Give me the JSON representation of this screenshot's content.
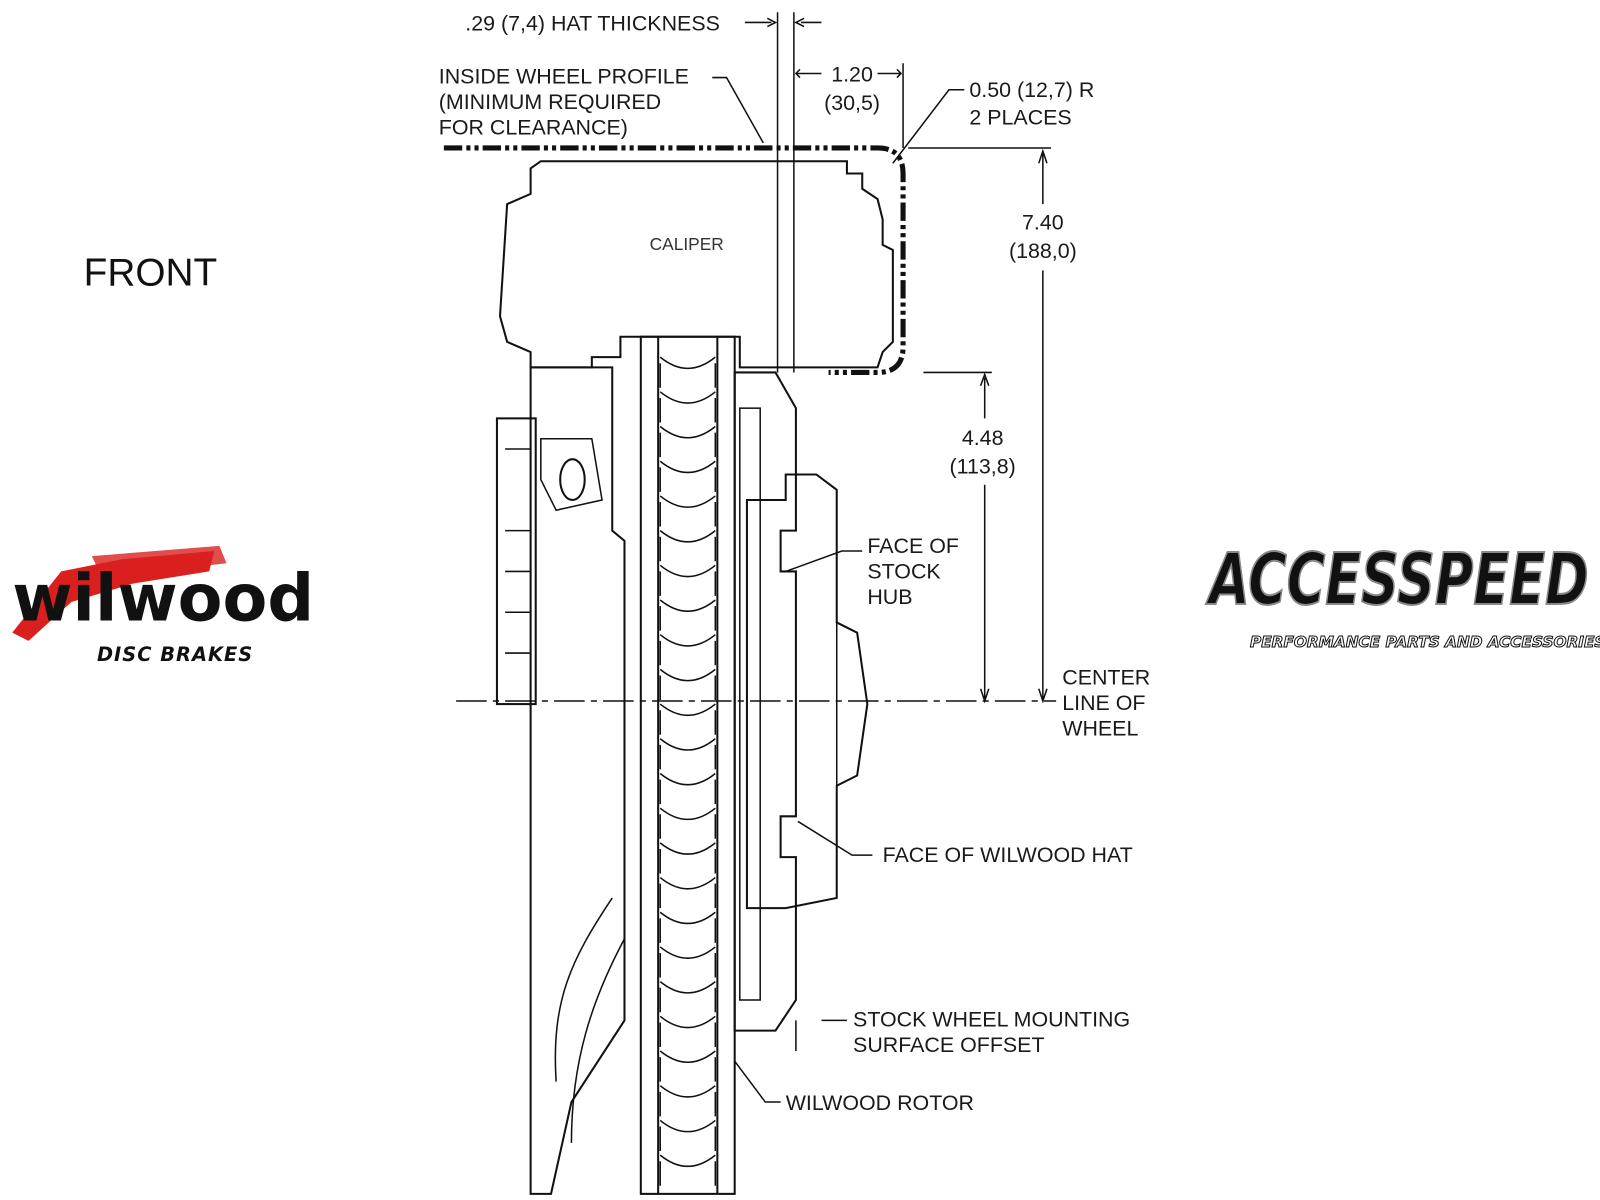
{
  "view_label": "FRONT",
  "dimensions": {
    "hat_thickness": ".29 (7,4) HAT THICKNESS",
    "offset_in": "1.20",
    "offset_mm": "(30,5)",
    "radius_line1": "0.50 (12,7) R",
    "radius_line2": "2 PLACES",
    "height_total_in": "7.40",
    "height_total_mm": "(188,0)",
    "height_lower_in": "4.48",
    "height_lower_mm": "(113,8)"
  },
  "callouts": {
    "wheel_profile": [
      "INSIDE WHEEL PROFILE",
      "(MINIMUM REQUIRED",
      "FOR CLEARANCE)"
    ],
    "caliper": "CALIPER",
    "stock_hub": [
      "FACE OF",
      "STOCK",
      "HUB"
    ],
    "center_line": [
      "CENTER",
      "LINE OF",
      "WHEEL"
    ],
    "wilwood_hat": "FACE OF WILWOOD HAT",
    "mounting_offset": [
      "STOCK WHEEL MOUNTING",
      "SURFACE OFFSET"
    ],
    "rotor": "WILWOOD ROTOR"
  },
  "logos": {
    "wilwood": {
      "name": "wilwood",
      "tagline": "DISC BRAKES",
      "accent": "#d9201f"
    },
    "accesspeed": {
      "name": "ACCESSPEED",
      "tagline": "PERFORMANCE PARTS AND ACCESSORIES"
    }
  },
  "colors": {
    "caliper_fill": "#e4e7ea",
    "hat_fill": "#9c9c9c",
    "part_fill": "#f2f2f2"
  }
}
